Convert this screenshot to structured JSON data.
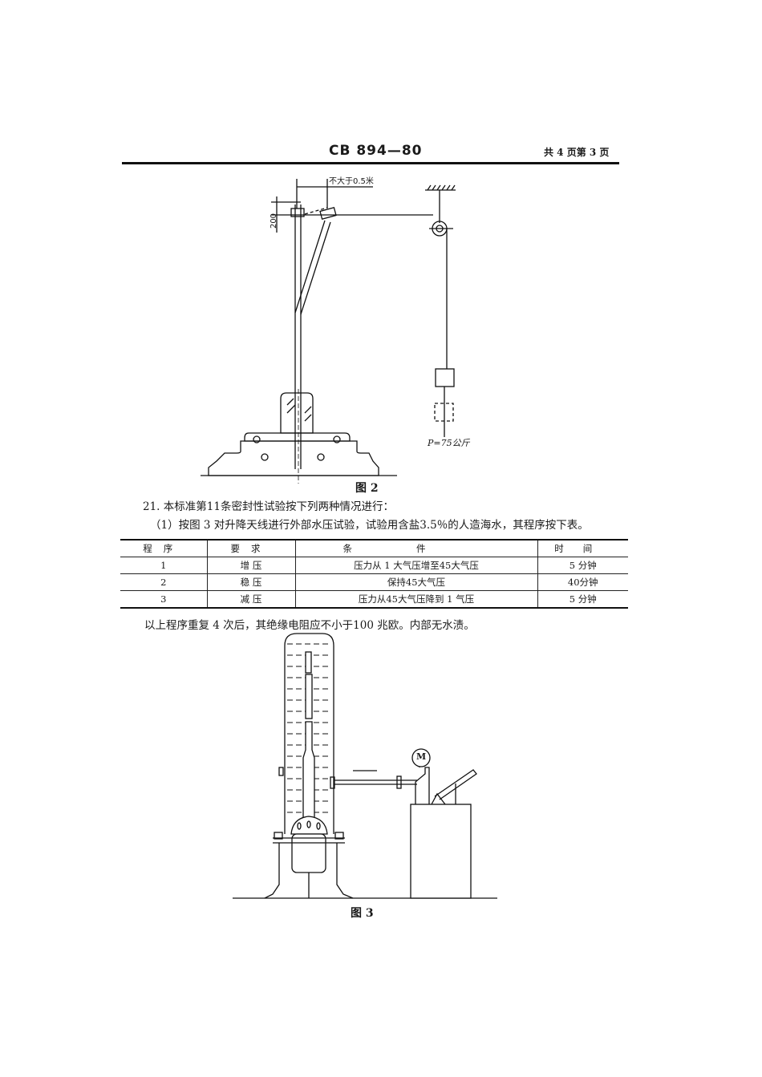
{
  "header": {
    "standard_code": "CB 894—80",
    "page_info": "共 4 页第 3 页"
  },
  "figure2": {
    "caption": "图 2",
    "dim_horizontal": "不大于0.5米",
    "dim_vertical": "200",
    "load_label": "P=75公斤"
  },
  "clause21": {
    "intro": "21. 本标准第11条密封性试验按下列两种情况进行：",
    "item1": "（1）按图 3 对升降天线进行外部水压试验，试验用含盐3.5％的人造海水，其程序按下表。"
  },
  "table": {
    "headers": [
      "程序",
      "要求",
      "条件",
      "时间"
    ],
    "rows": [
      {
        "step": "1",
        "requirement": "增 压",
        "condition": "压力从 1 大气压增至45大气压",
        "time": "5 分钟"
      },
      {
        "step": "2",
        "requirement": "稳 压",
        "condition": "保持45大气压",
        "time": "40分钟"
      },
      {
        "step": "3",
        "requirement": "减 压",
        "condition": "压力从45大气压降到 1 气压",
        "time": "5 分钟"
      }
    ]
  },
  "after_table": "以上程序重复 4 次后，其绝缘电阻应不小于100 兆欧。内部无水渍。",
  "figure3": {
    "caption": "图 3",
    "gauge_label": "M"
  }
}
